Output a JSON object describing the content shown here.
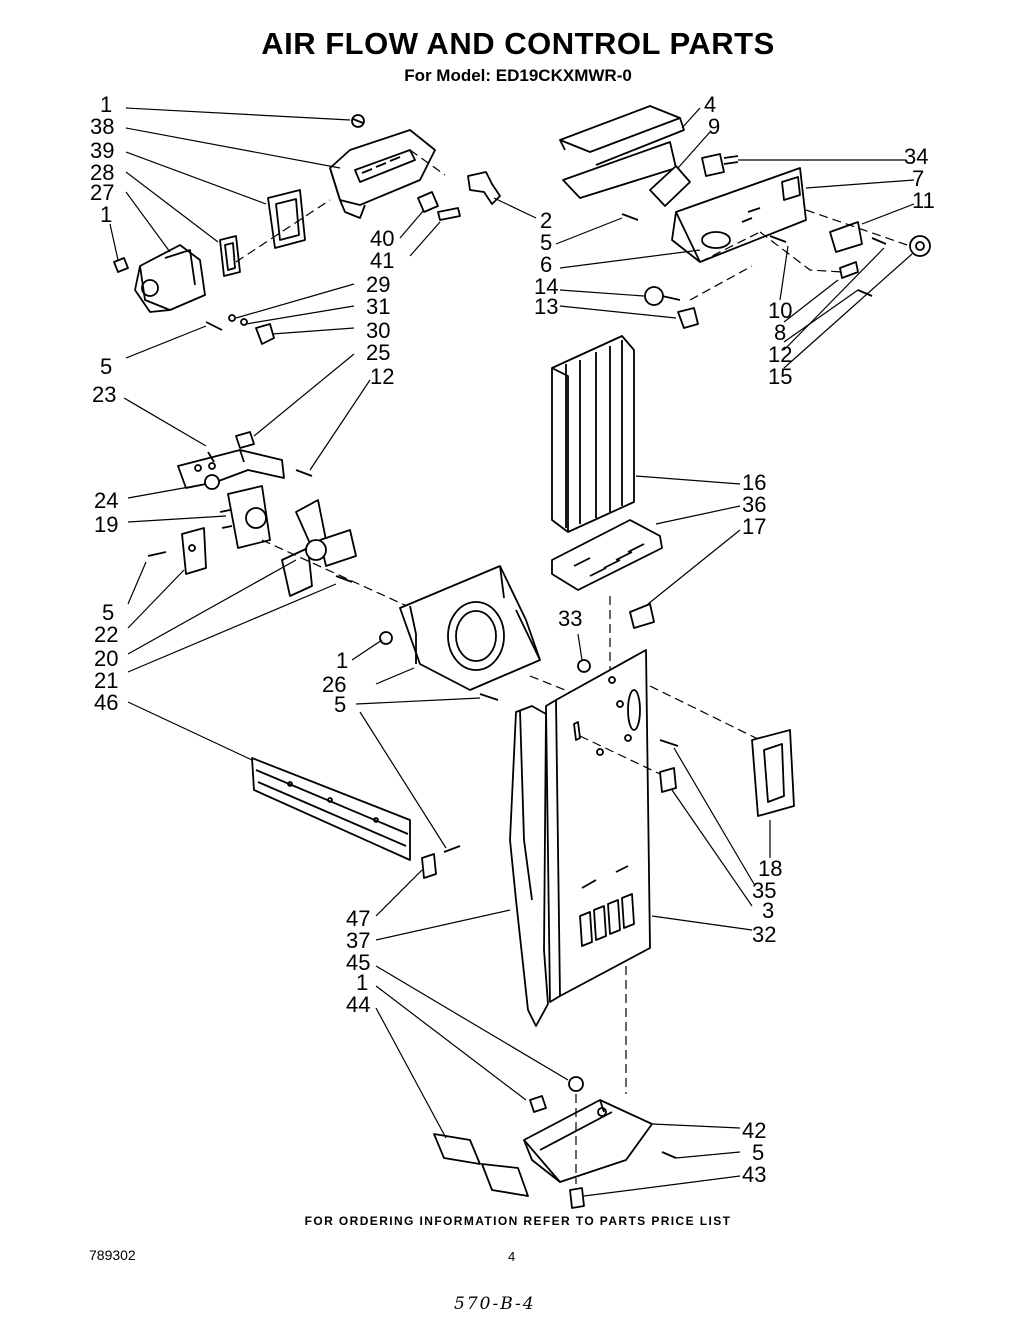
{
  "header": {
    "title": "AIR FLOW AND CONTROL PARTS",
    "model_line": "For Model: ED19CKXMWR-0"
  },
  "callouts": {
    "left_top": [
      "1",
      "38",
      "39",
      "28",
      "27",
      "1"
    ],
    "left_middle": [
      "29",
      "31",
      "30",
      "5",
      "25",
      "12",
      "23"
    ],
    "left_motor": [
      "24",
      "19",
      "5",
      "22",
      "20",
      "21",
      "46"
    ],
    "center": [
      "40",
      "41",
      "2",
      "5",
      "6",
      "14",
      "13",
      "1",
      "26",
      "5",
      "33"
    ],
    "right_top": [
      "4",
      "9",
      "34",
      "7",
      "11",
      "10",
      "8",
      "12",
      "15"
    ],
    "right_middle": [
      "16",
      "36",
      "17",
      "18",
      "35",
      "3",
      "32"
    ],
    "bottom": [
      "47",
      "37",
      "45",
      "1",
      "44",
      "42",
      "5",
      "43"
    ]
  },
  "footer": {
    "ordering_note": "FOR ORDERING INFORMATION REFER TO PARTS PRICE LIST",
    "doc_number": "789302",
    "page_number": "4",
    "handwritten_note": "570-B-4"
  }
}
